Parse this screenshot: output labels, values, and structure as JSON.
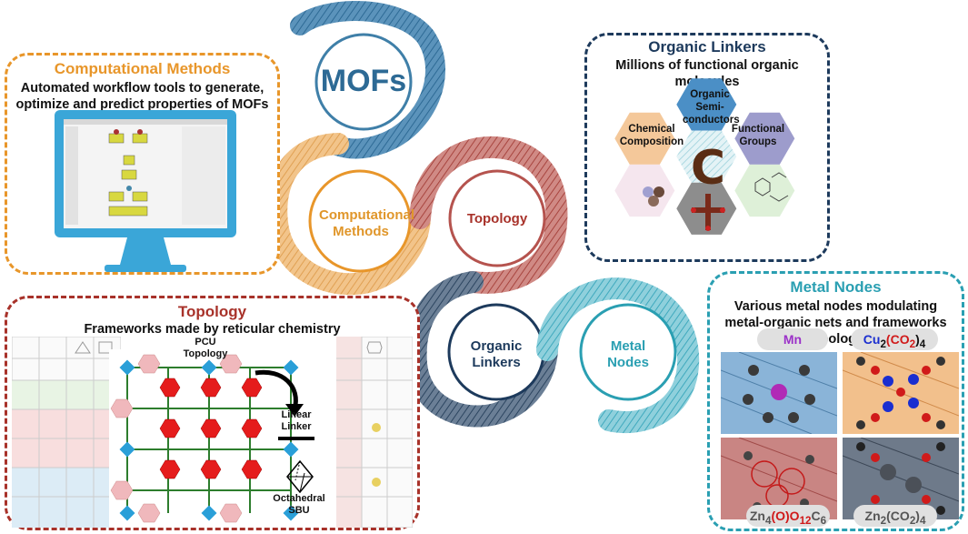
{
  "center": {
    "mofs": "MOFs",
    "rings": {
      "computational": "Computational Methods",
      "topology": "Topology",
      "organic": "Organic Linkers",
      "metal": "Metal Nodes"
    }
  },
  "computational_box": {
    "title": "Computational Methods",
    "subtitle": "Automated workflow tools to generate, optimize and predict properties of MOFs"
  },
  "linkers_box": {
    "title": "Organic Linkers",
    "subtitle": "Millions of functional organic molecules",
    "hex_labels": {
      "semiconductors": "Organic Semi- conductors",
      "chemical": "Chemical Composition",
      "functional": "Functional Groups",
      "center_letter": "C"
    }
  },
  "topology_box": {
    "title": "Topology",
    "subtitle": "Frameworks made by reticular chemistry",
    "pcu_label": "PCU Topology",
    "linear_linker": "Linear Linker",
    "octahedral_sbu": "Octahedral SBU"
  },
  "metal_box": {
    "title": "Metal Nodes",
    "subtitle": "Various metal nodes modulating metal-organic nets and frameworks topology",
    "labels": {
      "mn": "Mn",
      "cu_pre": "Cu",
      "cu_sub": "2",
      "cu_co": "(CO",
      "cu_sub2": "2",
      "cu_post": ")",
      "cu_sub3": "4",
      "zn4_pre": "Zn",
      "zn4_sub": "4",
      "zn4_o": "(O)",
      "zn4_o2": "O",
      "zn4_sub2": "12",
      "zn4_c": "C",
      "zn4_sub3": "6",
      "zn2_pre": "Zn",
      "zn2_sub": "2",
      "zn2_co": "(CO",
      "zn2_sub2": "2",
      "zn2_post": ")",
      "zn2_sub3": "4"
    }
  },
  "colors": {
    "blue": "#3f7fa8",
    "orange": "#e8962a",
    "red": "#b5534e",
    "navy": "#1d3a5c",
    "teal": "#2a9fb2"
  }
}
